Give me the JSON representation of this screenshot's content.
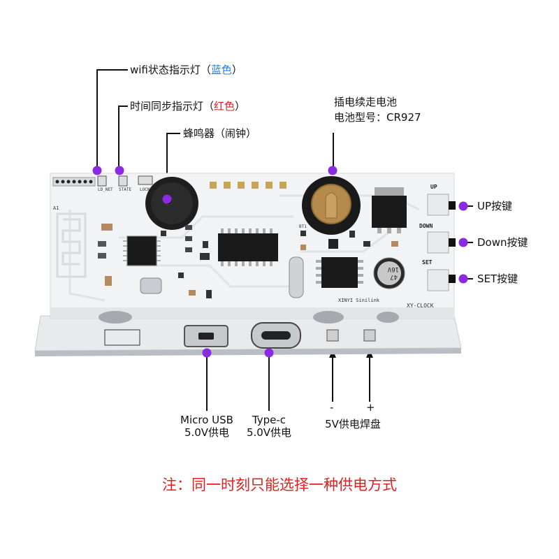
{
  "labels": {
    "wifi": {
      "text": "wifi状态指示灯（",
      "accent": "蓝色",
      "close": "）"
    },
    "sync": {
      "text": "时间同步指示灯（",
      "accent": "红色",
      "close": "）"
    },
    "buzzer": "蜂鸣器（闹钟）",
    "battery_line1": "插电续走电池",
    "battery_line2": "电池型号：CR927",
    "up": "UP按键",
    "down": "Down按键",
    "set": "SET按键",
    "micro_usb_line1": "Micro USB",
    "micro_usb_line2": "5.0V供电",
    "typec_line1": "Type-c",
    "typec_line2": "5.0V供电",
    "minus": "-",
    "plus": "+",
    "pads": "5V供电焊盘"
  },
  "note": "注：同一时刻只能选择一种供电方式",
  "silkscreen": {
    "ld_net": "LD_NET",
    "state": "STATE",
    "lock": "LOCK",
    "a1": "A1",
    "bt1": "BT1",
    "brand": "XINYI Sinilink",
    "model": "XY-CLOCK",
    "up": "UP",
    "down": "DOWN",
    "set": "SET",
    "cap": "47\n16V"
  },
  "colors": {
    "accent_dot": "#8a2be2",
    "note": "#e02020",
    "blue": "#1f7fd6"
  }
}
